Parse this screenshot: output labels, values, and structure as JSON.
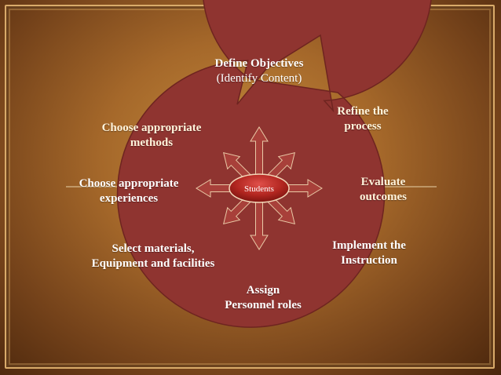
{
  "colors": {
    "ring": "#8f3430",
    "ring_edge": "#6e2420",
    "arrow_fill": "#a8403a",
    "center_oval": "#b22620",
    "line": "#e8d2a8"
  },
  "diagram": {
    "center": "Students",
    "steps": [
      {
        "lines": [
          "Define Objectives",
          "(Identify Content)"
        ]
      },
      {
        "lines": [
          "Refine the",
          "process"
        ]
      },
      {
        "lines": [
          "Evaluate",
          "outcomes"
        ]
      },
      {
        "lines": [
          "Implement the",
          "Instruction"
        ]
      },
      {
        "lines": [
          "Assign",
          "Personnel roles"
        ]
      },
      {
        "lines": [
          "Select materials,",
          "Equipment and facilities"
        ]
      },
      {
        "lines": [
          "Choose appropriate",
          "experiences"
        ]
      },
      {
        "lines": [
          "Choose appropriate",
          "methods"
        ]
      }
    ]
  }
}
